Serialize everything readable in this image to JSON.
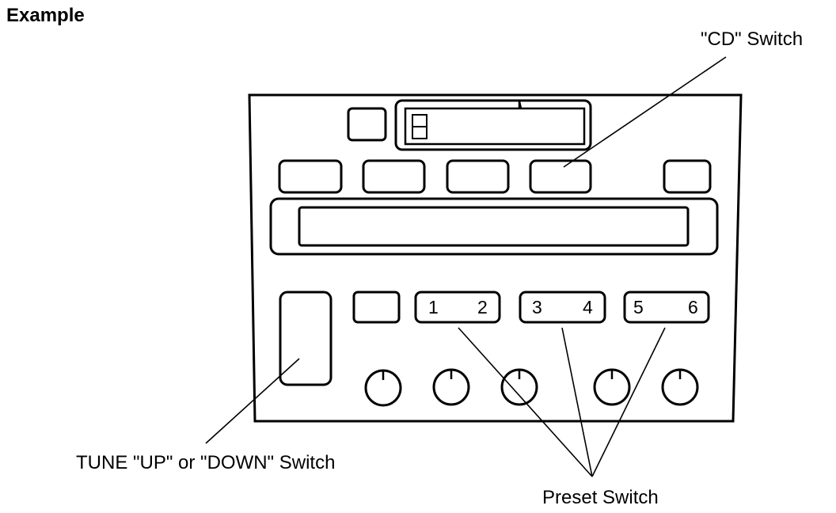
{
  "heading": "Example",
  "callouts": {
    "cd_switch": "\"CD\" Switch",
    "tune_switch": "TUNE \"UP\" or \"DOWN\" Switch",
    "preset_switch": "Preset Switch"
  },
  "preset_buttons": [
    {
      "left": "1",
      "right": "2"
    },
    {
      "left": "3",
      "right": "4"
    },
    {
      "left": "5",
      "right": "6"
    }
  ]
}
